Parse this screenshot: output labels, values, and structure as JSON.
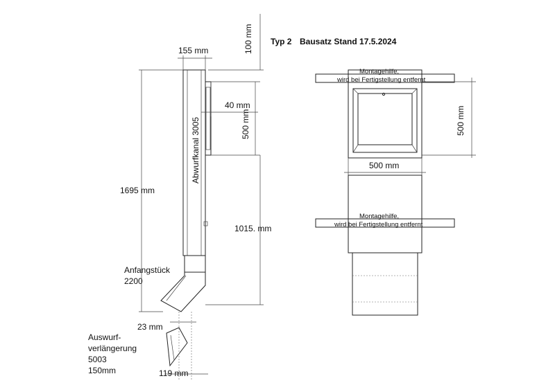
{
  "title": {
    "type_label": "Typ 2",
    "kit_label": "Bausatz Stand 17.5.2024"
  },
  "side_view": {
    "chute_label": "Abwurfkanal 3005",
    "start_piece_label_1": "Anfangstück",
    "start_piece_label_2": "2200",
    "extension_label_1": "Auswurf-",
    "extension_label_2": "verlängerung",
    "extension_label_3": "5003",
    "extension_label_4": "150mm"
  },
  "dimensions": {
    "d_100": "100 mm",
    "d_155": "155 mm",
    "d_40": "40 mm",
    "d_500_side": "500 mm",
    "d_1695": "1695 mm",
    "d_1015": "1015. mm",
    "d_23": "23 mm",
    "d_119": "119 mm",
    "d_500_front_v": "500 mm",
    "d_500_front_h": "500 mm"
  },
  "front_view": {
    "mount_aid_top_1": "Montagehilfe,",
    "mount_aid_top_2": "wird bei Fertigstellung entfernt",
    "mount_aid_bottom_1": "Montagehilfe,",
    "mount_aid_bottom_2": "wird bei Fertigstellung entfernt"
  }
}
